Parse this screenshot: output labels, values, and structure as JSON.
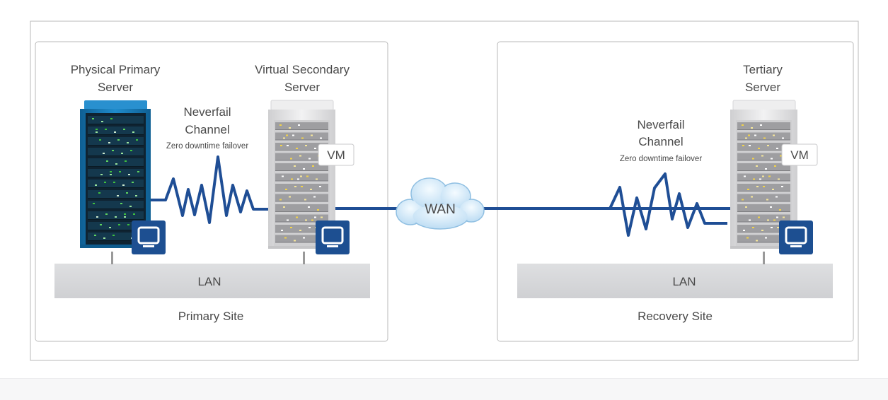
{
  "primary_site": {
    "site_label": "Primary Site",
    "lan_label": "LAN",
    "physical_server": {
      "title_line1": "Physical Primary",
      "title_line2": "Server"
    },
    "virtual_server": {
      "title_line1": "Virtual Secondary",
      "title_line2": "Server",
      "vm_label": "VM"
    },
    "channel": {
      "line1": "Neverfail",
      "line2": "Channel",
      "subtitle": "Zero downtime failover"
    }
  },
  "wan": {
    "label": "WAN"
  },
  "recovery_site": {
    "site_label": "Recovery Site",
    "lan_label": "LAN",
    "tertiary_server": {
      "title_line1": "Tertiary",
      "title_line2": "Server",
      "vm_label": "VM"
    },
    "channel": {
      "line1": "Neverfail",
      "line2": "Channel",
      "subtitle": "Zero downtime failover"
    }
  },
  "colors": {
    "brand_blue": "#1d4f91",
    "line_blue": "#1f4e95",
    "physical_rack": "#1a7fbf",
    "rack_dark": "#102635",
    "lan_gray": "#d7d8da",
    "border_gray": "#b9b9b9",
    "text_gray": "#4a4a4a",
    "cloud": "#cfe6f7"
  }
}
